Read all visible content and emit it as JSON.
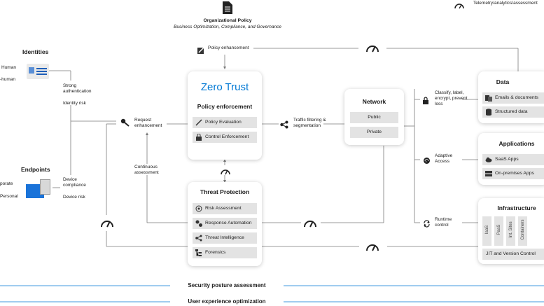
{
  "legend": {
    "text": "Telemetry/analytics/assessment"
  },
  "org_policy": {
    "title": "Organizational Policy",
    "subtitle": "Business Optimization, Compliance, and Governance"
  },
  "policy_enhancement": "Policy enhancement",
  "identities": {
    "title": "Identities",
    "human": "Human",
    "nonhuman": "-human"
  },
  "strong_auth": "Strong authentication",
  "identity_risk": "Identity risk",
  "request_enhancement": "Request enhancement",
  "continuous_assessment": "Continuous assessment",
  "endpoints": {
    "title": "Endpoints",
    "corporate": "porate",
    "personal": "Personal"
  },
  "device_compliance": "Device compliance",
  "device_risk": "Device risk",
  "zero_trust": {
    "title": "Zero Trust",
    "subtitle": "Policy enforcement",
    "items": [
      "Policy Evaluation",
      "Control Enforcement"
    ]
  },
  "traffic": "Traffic filtering & segmentation",
  "network": {
    "title": "Network",
    "items": [
      "Public",
      "Private"
    ]
  },
  "threat": {
    "title": "Threat Protection",
    "items": [
      "Risk Assessment",
      "Response Automation",
      "Threat Intelligence",
      "Forensics"
    ]
  },
  "classify": "Classify, label, encrypt, prevent loss",
  "adaptive": "Adaptive Access",
  "runtime": "Runtime control",
  "data": {
    "title": "Data",
    "items": [
      "Emails & documents",
      "Structured data"
    ]
  },
  "applications": {
    "title": "Applications",
    "items": [
      "SaaS Apps",
      "On-premises Apps"
    ]
  },
  "infrastructure": {
    "title": "Infrastructure",
    "columns": [
      "IaaS",
      "PaaS",
      "Int. Sites",
      "Containers"
    ],
    "footer": "JIT and Version Control"
  },
  "bottom": [
    "Security posture assessment",
    "User experience optimization"
  ],
  "colors": {
    "accent": "#0078d4",
    "line": "#7a7a7a",
    "chip": "#e3e3e3"
  }
}
